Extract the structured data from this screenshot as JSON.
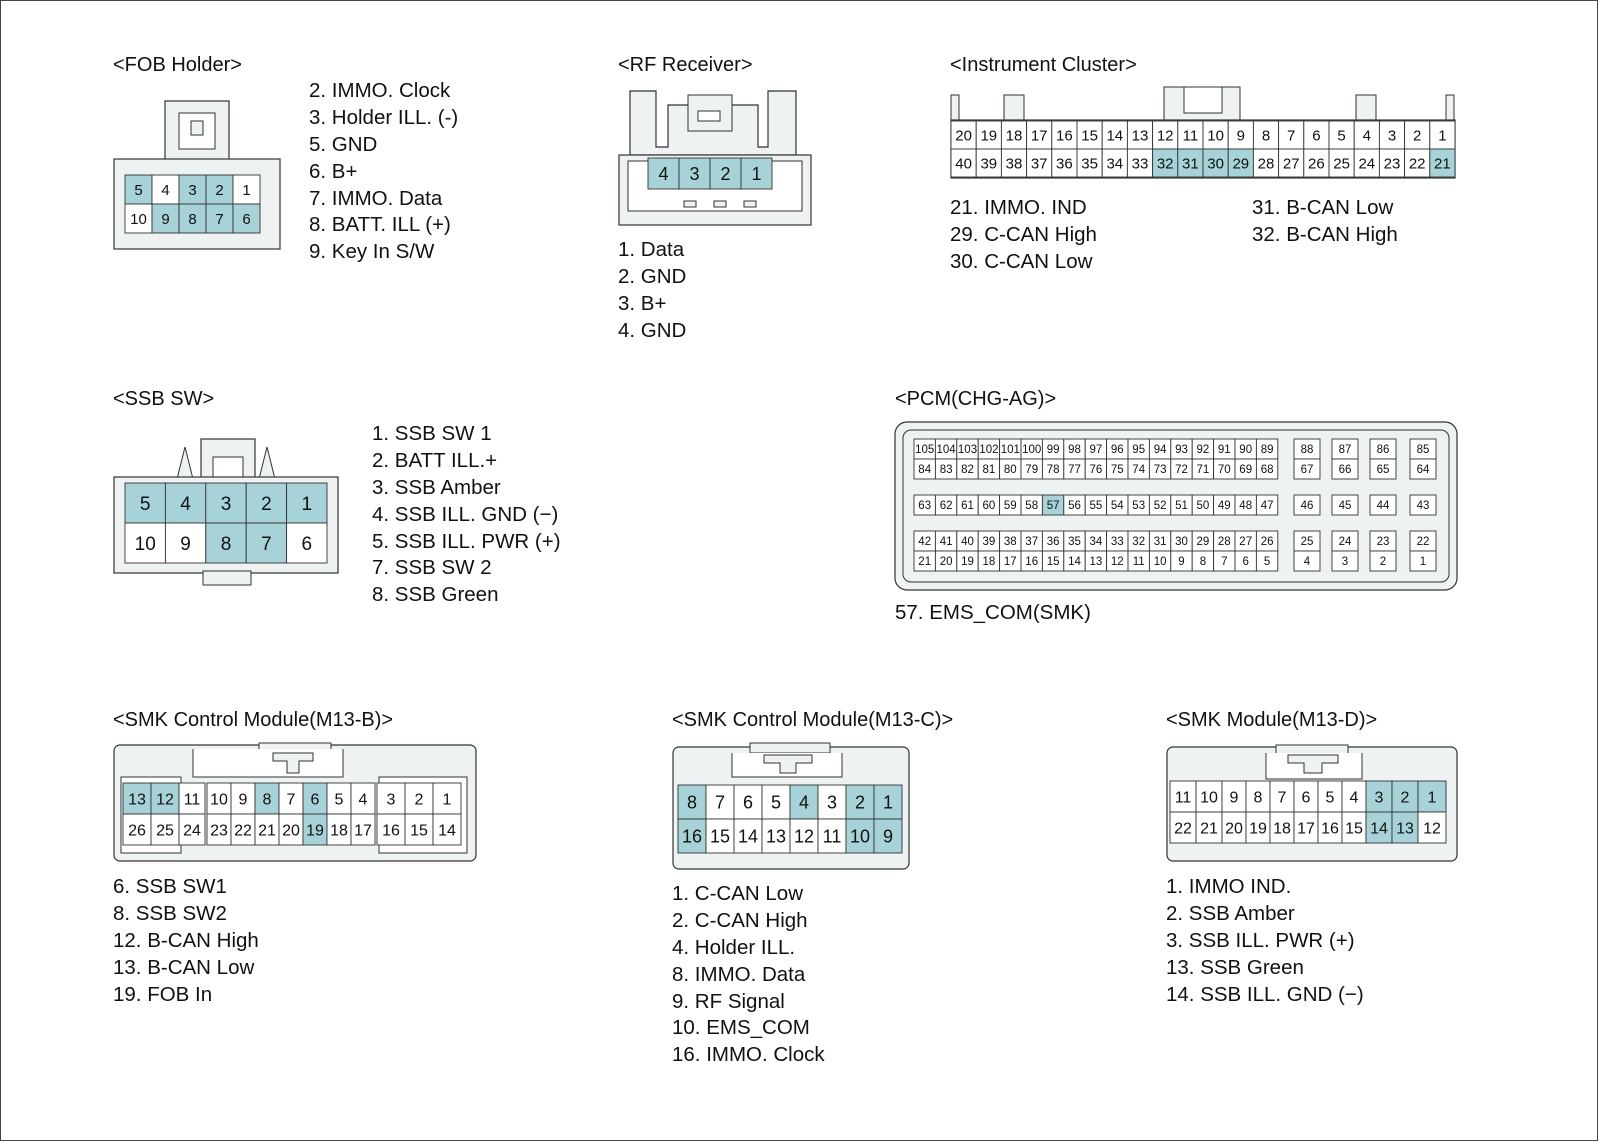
{
  "style": {
    "highlight": "#a6d2d8",
    "body": "#eef2f2",
    "stroke": "#333333",
    "cell": "#ffffff"
  },
  "connectors": [
    {
      "id": "fob",
      "title": "<FOB Holder>",
      "pins": [
        "2. IMMO. Clock",
        "3. Holder ILL. (-)",
        "5. GND",
        "6. B+",
        "7. IMMO. Data",
        "8. BATT. ILL (+)",
        "9. Key In S/W"
      ],
      "rows": [
        [
          "5",
          "4",
          "3",
          "2",
          "1"
        ],
        [
          "10",
          "9",
          "8",
          "7",
          "6"
        ]
      ],
      "highlight": [
        "5",
        "3",
        "2",
        "9",
        "8",
        "7",
        "6"
      ]
    },
    {
      "id": "rf",
      "title": "<RF Receiver>",
      "pins": [
        "1. Data",
        "2. GND",
        "3. B+",
        "4. GND"
      ],
      "rows": [
        [
          "4",
          "3",
          "2",
          "1"
        ]
      ],
      "highlight": [
        "4",
        "3",
        "2",
        "1"
      ]
    },
    {
      "id": "ic",
      "title": "<Instrument Cluster>",
      "pins": [
        "21. IMMO. IND",
        "29. C-CAN High",
        "30. C-CAN Low"
      ],
      "pins2": [
        "31. B-CAN Low",
        "32. B-CAN High"
      ],
      "rows": [
        [
          "20",
          "19",
          "18",
          "17",
          "16",
          "15",
          "14",
          "13",
          "12",
          "11",
          "10",
          "9",
          "8",
          "7",
          "6",
          "5",
          "4",
          "3",
          "2",
          "1"
        ],
        [
          "40",
          "39",
          "38",
          "37",
          "36",
          "35",
          "34",
          "33",
          "32",
          "31",
          "30",
          "29",
          "28",
          "27",
          "26",
          "25",
          "24",
          "23",
          "22",
          "21"
        ]
      ],
      "highlight": [
        "32",
        "31",
        "30",
        "29",
        "21"
      ]
    },
    {
      "id": "ssb",
      "title": "<SSB SW>",
      "pins": [
        "1. SSB SW 1",
        "2. BATT ILL.+",
        "3. SSB Amber",
        "4. SSB ILL. GND (−)",
        "5. SSB ILL. PWR (+)",
        "7. SSB SW 2",
        "8. SSB Green"
      ],
      "rows": [
        [
          "5",
          "4",
          "3",
          "2",
          "1"
        ],
        [
          "10",
          "9",
          "8",
          "7",
          "6"
        ]
      ],
      "highlight": [
        "5",
        "4",
        "3",
        "2",
        "1",
        "8",
        "7"
      ]
    },
    {
      "id": "pcm",
      "title": "<PCM(CHG-AG)>",
      "pins": [
        "57. EMS_COM(SMK)"
      ],
      "rows": [
        [
          "105",
          "104",
          "103",
          "102",
          "101",
          "100",
          "99",
          "98",
          "97",
          "96",
          "95",
          "94",
          "93",
          "92",
          "91",
          "90",
          "89"
        ],
        [
          "84",
          "83",
          "82",
          "81",
          "80",
          "79",
          "78",
          "77",
          "76",
          "75",
          "74",
          "73",
          "72",
          "71",
          "70",
          "69",
          "68"
        ],
        [
          "63",
          "62",
          "61",
          "60",
          "59",
          "58",
          "57",
          "56",
          "55",
          "54",
          "53",
          "52",
          "51",
          "50",
          "49",
          "48",
          "47"
        ],
        [
          "42",
          "41",
          "40",
          "39",
          "38",
          "37",
          "36",
          "35",
          "34",
          "33",
          "32",
          "31",
          "30",
          "29",
          "28",
          "27",
          "26"
        ],
        [
          "21",
          "20",
          "19",
          "18",
          "17",
          "16",
          "15",
          "14",
          "13",
          "12",
          "11",
          "10",
          "9",
          "8",
          "7",
          "6",
          "5"
        ]
      ],
      "side_rows": [
        [
          "88",
          "87",
          "86",
          "85"
        ],
        [
          "67",
          "66",
          "65",
          "64"
        ],
        [
          "46",
          "45",
          "44",
          "43"
        ],
        [
          "25",
          "24",
          "23",
          "22"
        ],
        [
          "4",
          "3",
          "2",
          "1"
        ]
      ],
      "highlight": [
        "57"
      ]
    },
    {
      "id": "m13b",
      "title": "<SMK Control Module(M13-B)>",
      "pins": [
        "6. SSB SW1",
        "8. SSB SW2",
        "12. B-CAN High",
        "13. B-CAN Low",
        "19. FOB In"
      ],
      "rows": [
        [
          "13",
          "12",
          "11",
          "10",
          "9",
          "8",
          "7",
          "6",
          "5",
          "4",
          "3",
          "2",
          "1"
        ],
        [
          "26",
          "25",
          "24",
          "23",
          "22",
          "21",
          "20",
          "19",
          "18",
          "17",
          "16",
          "15",
          "14"
        ]
      ],
      "highlight": [
        "13",
        "12",
        "8",
        "6",
        "19"
      ]
    },
    {
      "id": "m13c",
      "title": "<SMK Control Module(M13-C)>",
      "pins": [
        "1. C-CAN Low",
        "2. C-CAN High",
        "4. Holder ILL.",
        "8. IMMO. Data",
        "9. RF Signal",
        "10. EMS_COM",
        "16. IMMO. Clock"
      ],
      "rows": [
        [
          "8",
          "7",
          "6",
          "5",
          "4",
          "3",
          "2",
          "1"
        ],
        [
          "16",
          "15",
          "14",
          "13",
          "12",
          "11",
          "10",
          "9"
        ]
      ],
      "highlight": [
        "8",
        "4",
        "2",
        "1",
        "16",
        "10",
        "9"
      ]
    },
    {
      "id": "m13d",
      "title": "<SMK Module(M13-D)>",
      "pins": [
        "1. IMMO IND.",
        "2. SSB Amber",
        "3. SSB ILL. PWR (+)",
        "13. SSB Green",
        "14. SSB ILL. GND (−)"
      ],
      "rows": [
        [
          "11",
          "10",
          "9",
          "8",
          "7",
          "6",
          "5",
          "4",
          "3",
          "2",
          "1"
        ],
        [
          "22",
          "21",
          "20",
          "19",
          "18",
          "17",
          "16",
          "15",
          "14",
          "13",
          "12"
        ]
      ],
      "highlight": [
        "1",
        "2",
        "3",
        "13",
        "14"
      ]
    }
  ]
}
